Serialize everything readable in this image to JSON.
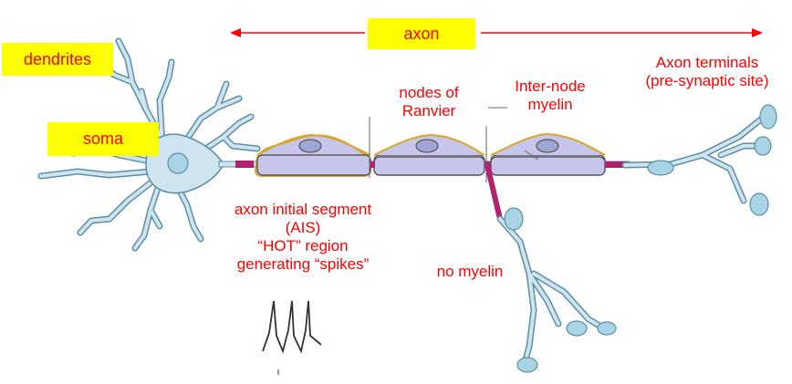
{
  "labels": {
    "dendrites": "dendrites",
    "soma": "soma",
    "axon": "axon",
    "nodes_of_ranvier": [
      "nodes of",
      "Ranvier"
    ],
    "internode_myelin": [
      "Inter-node",
      "myelin"
    ],
    "axon_terminals": [
      "Axon terminals",
      "(pre-synaptic site)"
    ],
    "ais": [
      "axon initial segment",
      "(AIS)",
      "“HOT” region",
      "generating “spikes”"
    ],
    "no_myelin": "no myelin"
  },
  "colors": {
    "label_red": "#ff0000",
    "highlight_yellow": "#ffff00",
    "neuron_fill": "#cfe4ee",
    "neuron_outline": "#5b8fa8",
    "soma_fill": "#a9d4e6",
    "myelin_fill": "#c7c6ea",
    "myelin_outline": "#444444",
    "schwann_outline": "#d9a62c",
    "ais_magenta": "#b0246f"
  }
}
